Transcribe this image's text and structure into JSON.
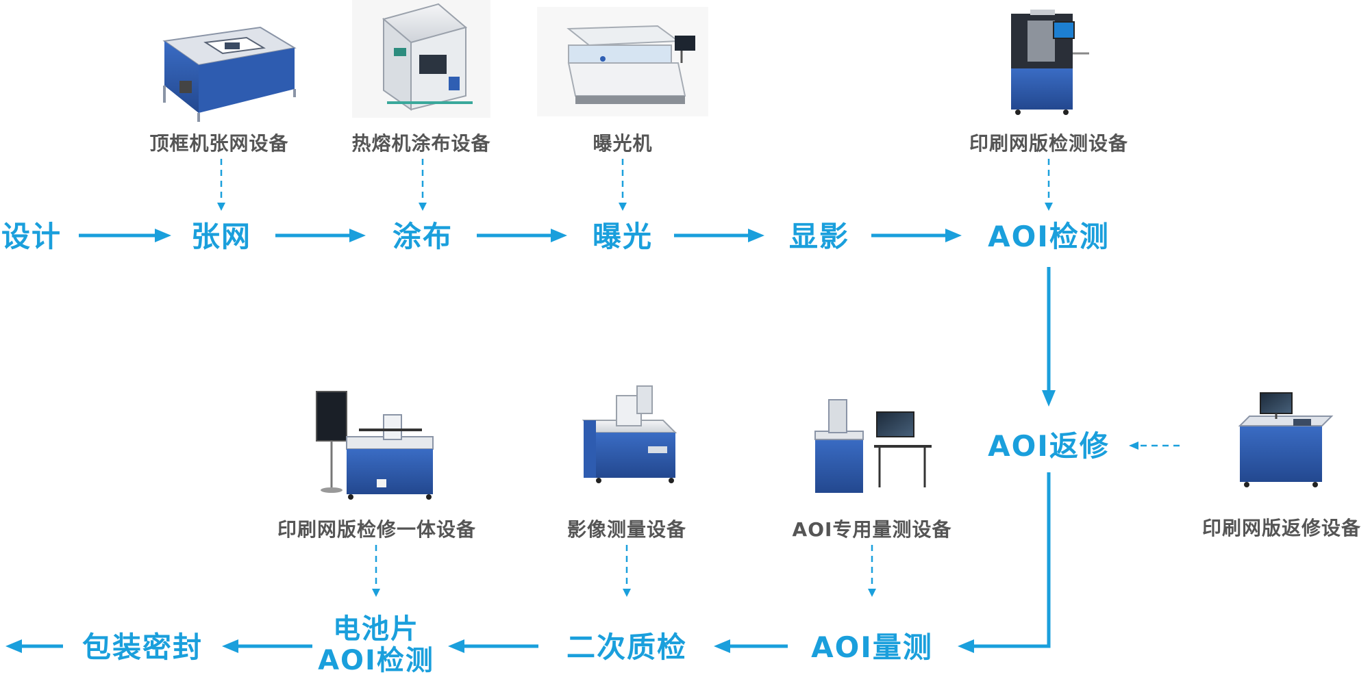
{
  "process_steps": {
    "design": "设计",
    "stretch": "张网",
    "coat": "涂布",
    "expose": "曝光",
    "develop": "显影",
    "aoi_inspect": "AOI检测",
    "aoi_repair": "AOI返修",
    "aoi_measure": "AOI量测",
    "second_qc": "二次质检",
    "cell_aoi_line1": "电池片",
    "cell_aoi_line2": "AOI检测",
    "package": "包装密封"
  },
  "equipment": {
    "frame_stretcher": "顶框机张网设备",
    "hot_melt_coater": "热熔机涂布设备",
    "exposure_machine": "曝光机",
    "screen_inspection": "印刷网版检测设备",
    "screen_repair": "印刷网版返修设备",
    "aoi_measure_equipment": "AOI专用量测设备",
    "image_measure_equipment": "影像测量设备",
    "inspect_repair_integrated": "印刷网版检修一体设备"
  },
  "colors": {
    "flow": "#1a9fdc",
    "equipment_label": "#555555",
    "machine_blue": "#2f5fb3"
  }
}
